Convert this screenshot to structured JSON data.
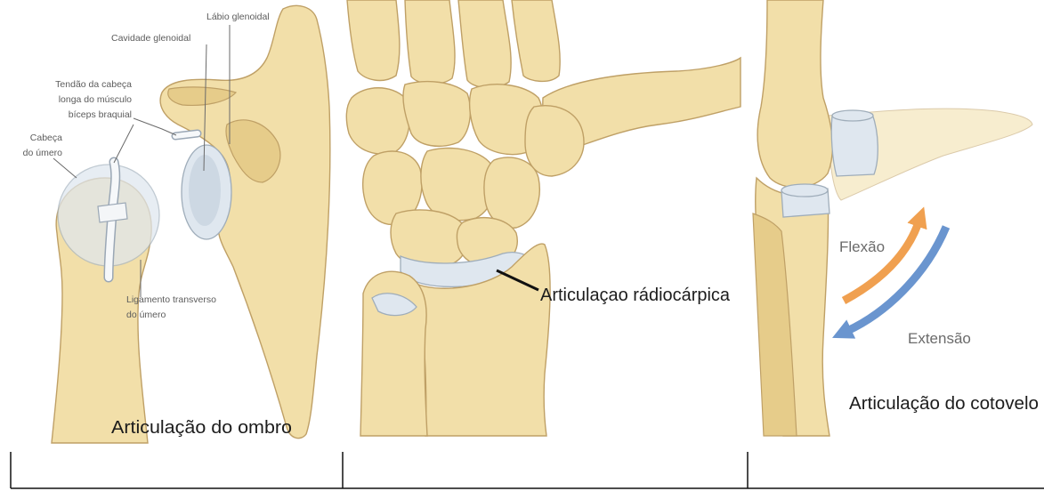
{
  "shoulder": {
    "labels": {
      "labrum": "Lábio glenoidal",
      "cavity": "Cavidade glenoidal",
      "tendon": [
        "Tendão da cabeça",
        "longa do músculo",
        "bíceps braquial"
      ],
      "head": [
        "Cabeça",
        "do úmero"
      ],
      "ligament": [
        "Ligamento transverso",
        "do úmero"
      ]
    },
    "caption": "Articulação do ombro"
  },
  "wrist": {
    "caption": "Articulaçao rádiocárpica"
  },
  "elbow": {
    "flexion": "Flexão",
    "extension": "Extensão",
    "caption": "Articulação do cotovelo"
  },
  "colors": {
    "bone": "#f2dfa9",
    "bone_shade": "#e6cc8a",
    "bone_outline": "#bfa066",
    "cartilage": "#dfe7ef",
    "flexion": "#f0a050",
    "extension": "#6a95cf"
  }
}
